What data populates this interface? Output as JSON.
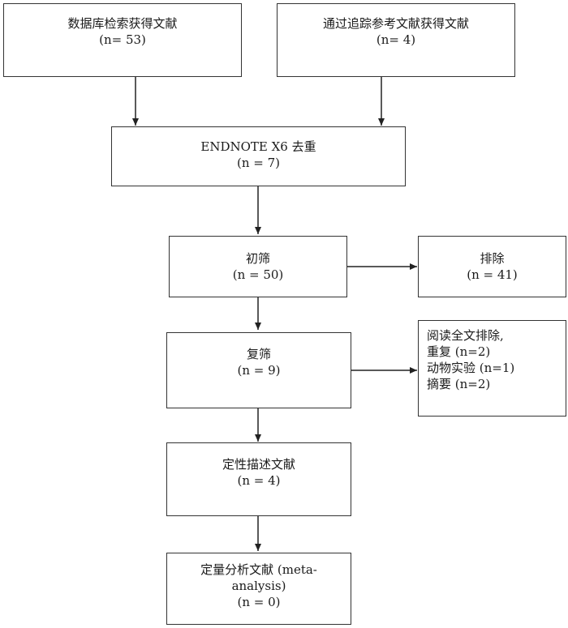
{
  "diagram": {
    "nodes": {
      "db_search": {
        "lines": [
          "数据库检索获得文献",
          "(n= 53)"
        ]
      },
      "ref_tracking": {
        "lines": [
          "通过追踪参考文献获得文献",
          "(n= 4)"
        ]
      },
      "dedup": {
        "lines": [
          "ENDNOTE X6 去重",
          "(n = 7)"
        ]
      },
      "initial_screen": {
        "lines": [
          "初筛",
          "(n = 50)"
        ]
      },
      "excluded_1": {
        "lines": [
          "排除",
          "(n = 41)"
        ]
      },
      "re_screen": {
        "lines": [
          "复筛",
          "(n = 9)"
        ]
      },
      "excluded_2": {
        "lines": [
          "阅读全文排除,",
          "重复 (n=2)",
          "动物实验 (n=1)",
          "摘要 (n=2)"
        ]
      },
      "qualitative": {
        "lines": [
          "定性描述文献",
          "(n = 4)"
        ]
      },
      "quantitative": {
        "lines": [
          "定量分析文献 (meta-",
          "analysis)",
          "(n = 0)"
        ]
      }
    },
    "edges": [
      {
        "from": "db_search",
        "to": "dedup"
      },
      {
        "from": "ref_tracking",
        "to": "dedup"
      },
      {
        "from": "dedup",
        "to": "initial_screen"
      },
      {
        "from": "initial_screen",
        "to": "excluded_1"
      },
      {
        "from": "initial_screen",
        "to": "re_screen"
      },
      {
        "from": "re_screen",
        "to": "excluded_2"
      },
      {
        "from": "re_screen",
        "to": "qualitative"
      },
      {
        "from": "qualitative",
        "to": "quantitative"
      }
    ]
  }
}
